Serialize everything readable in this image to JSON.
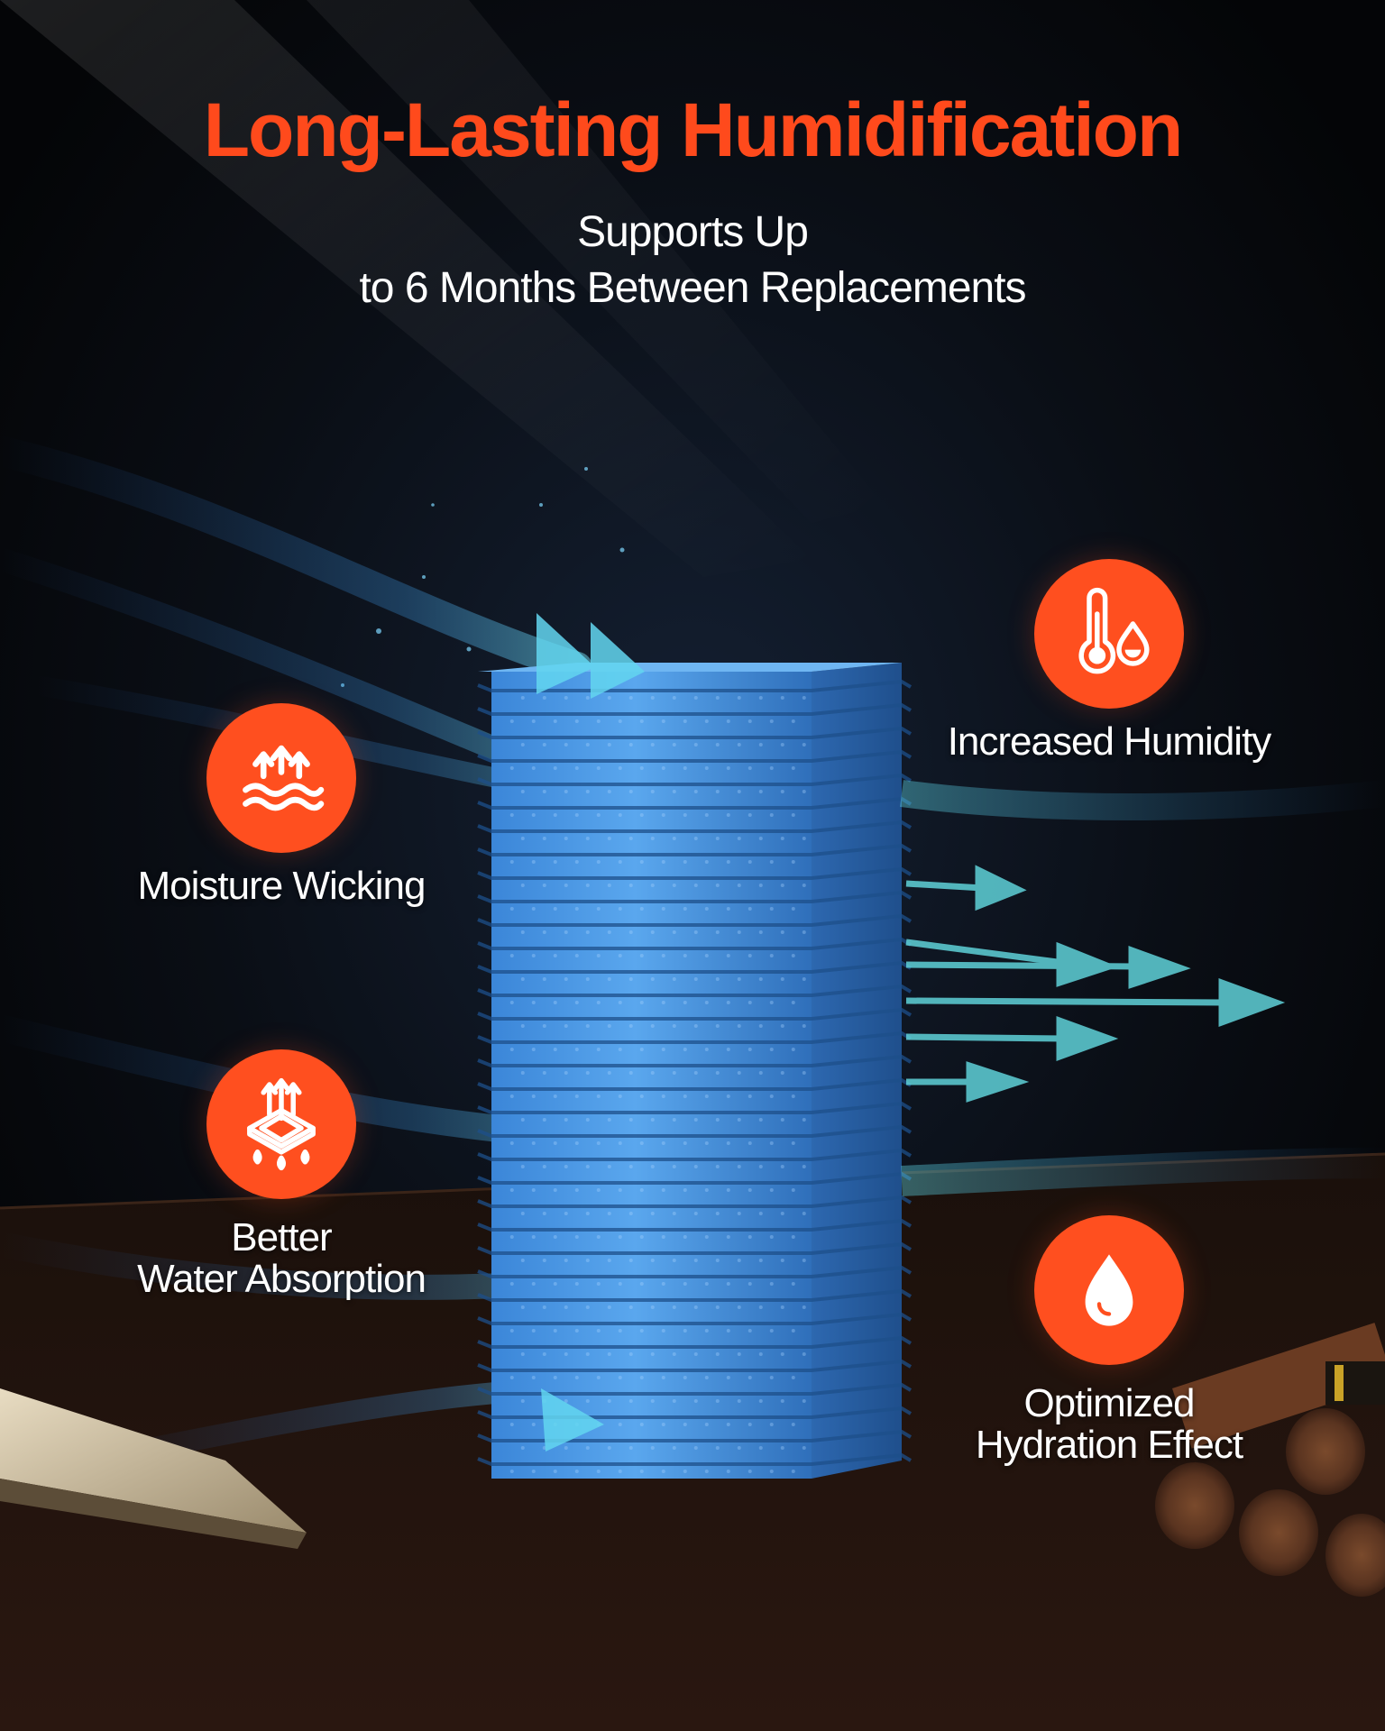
{
  "colors": {
    "accent": "#ff4a1c",
    "badge": "#ff4f1f",
    "background": "#07090c",
    "filter_blue": "#3d8fe0",
    "airflow": "#4fc3e8"
  },
  "header": {
    "title": "Long-Lasting Humidification",
    "subtitle_line1": "Supports Up",
    "subtitle_line2": "to 6 Months Between Replacements"
  },
  "features": [
    {
      "icon": "moisture-wicking-icon",
      "label_lines": [
        "Moisture Wicking"
      ]
    },
    {
      "icon": "water-absorption-icon",
      "label_lines": [
        "Better",
        "Water Absorption"
      ]
    },
    {
      "icon": "thermometer-humidity-icon",
      "label_lines": [
        "Increased Humidity"
      ]
    },
    {
      "icon": "water-drop-icon",
      "label_lines": [
        "Optimized",
        "Hydration Effect"
      ]
    }
  ]
}
